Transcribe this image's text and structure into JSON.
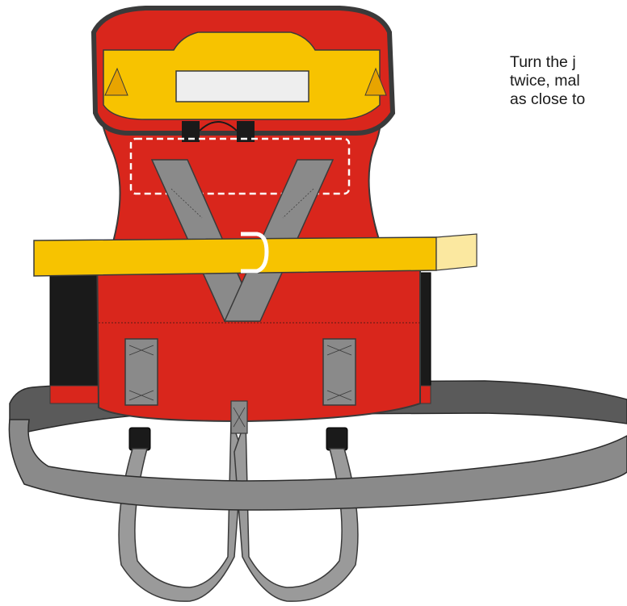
{
  "instruction": {
    "lines": [
      "Turn the j",
      "twice, mal",
      "as close to"
    ]
  },
  "colors": {
    "vest_red": "#d9261c",
    "collar_yellow": "#f7c300",
    "strap_gray": "#7a7a7a",
    "side_panel_black": "#1a1a1a",
    "outline": "#3a3a3a"
  },
  "illustration": {
    "subject": "life-jacket-with-crotch-straps",
    "icons": [
      "life-jacket-icon",
      "d-ring-icon",
      "belt-strap-icon"
    ]
  }
}
